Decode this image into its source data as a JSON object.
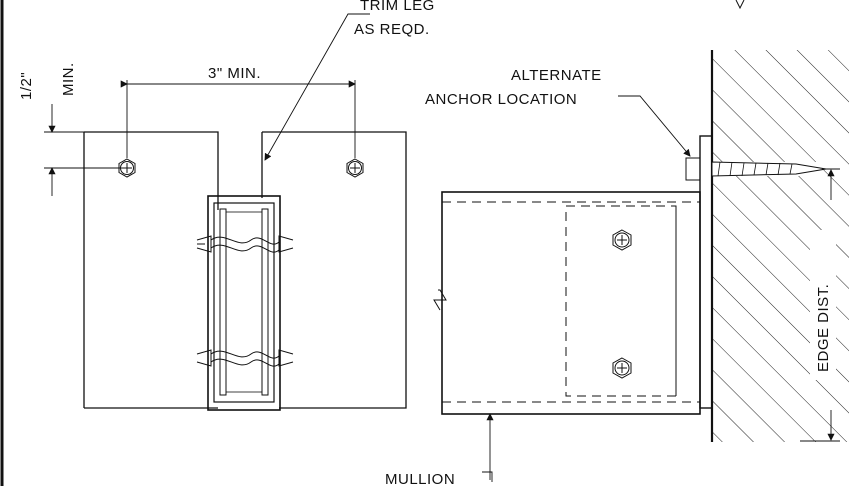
{
  "labels": {
    "trim_leg_line1": "TRIM LEG",
    "trim_leg_line2": "AS REQD.",
    "half_inch": "1/2\"",
    "min": "MIN.",
    "three_inch_min": "3\" MIN.",
    "alternate_line1": "ALTERNATE",
    "alternate_line2": "ANCHOR LOCATION",
    "edge_dist": "EDGE DIST.",
    "mullion": "MULLION"
  }
}
